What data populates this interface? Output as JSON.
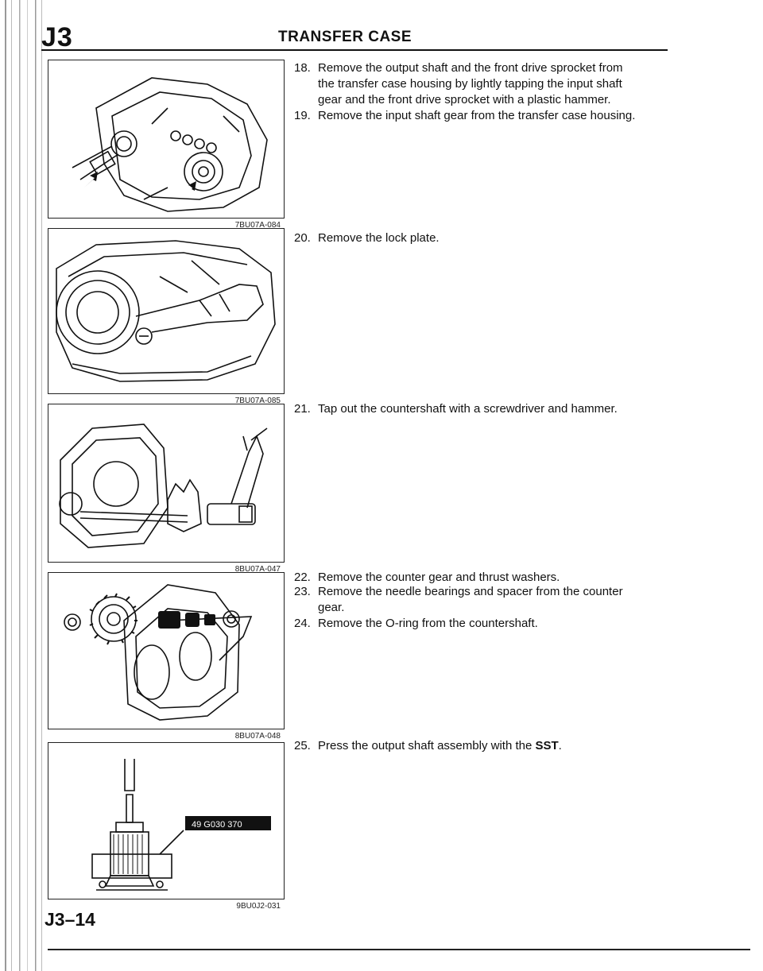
{
  "header": {
    "section_code": "J3",
    "title": "TRANSFER CASE"
  },
  "figures": [
    {
      "code": "7BU07A-084"
    },
    {
      "code": "7BU07A-085"
    },
    {
      "code": "8BU07A-047"
    },
    {
      "code": "8BU07A-048"
    },
    {
      "code": "9BU0J2-031",
      "tool_label": "49 G030 370"
    }
  ],
  "steps": {
    "s18": {
      "num": "18.",
      "line1": "Remove the output shaft and the front drive sprocket from",
      "line2": "the transfer case housing by lightly tapping the input shaft",
      "line3": "gear and the front drive sprocket with a plastic hammer."
    },
    "s19": {
      "num": "19.",
      "text": "Remove the input shaft gear from the transfer case housing."
    },
    "s20": {
      "num": "20.",
      "text": "Remove the lock plate."
    },
    "s21": {
      "num": "21.",
      "text": "Tap out the countershaft with a screwdriver and hammer."
    },
    "s22": {
      "num": "22.",
      "text": "Remove the counter gear and thrust washers."
    },
    "s23": {
      "num": "23.",
      "line1": "Remove the needle bearings and spacer from the counter",
      "line2": "gear."
    },
    "s24": {
      "num": "24.",
      "text": "Remove the O-ring from the countershaft."
    },
    "s25": {
      "num": "25.",
      "text": "Press the output shaft assembly with the",
      "emphasis": "SST",
      "end": "."
    }
  },
  "footer": {
    "page_number": "J3–14"
  }
}
